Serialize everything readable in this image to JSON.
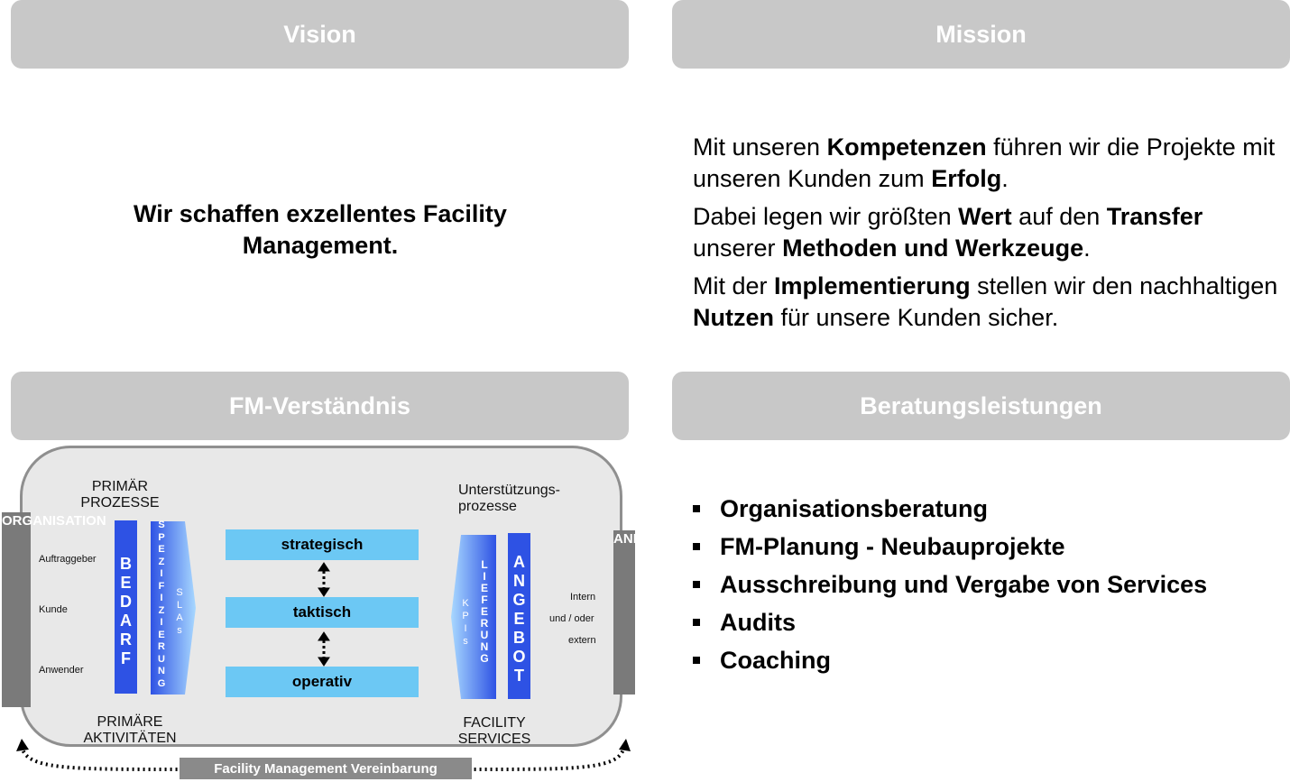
{
  "headers": {
    "vision": "Vision",
    "mission": "Mission",
    "fm": "FM-Verständnis",
    "beratung": "Beratungsleistungen"
  },
  "vision_text": [
    "Wir schaffen exzellentes Facility",
    "Management."
  ],
  "mission": [
    [
      {
        "t": "Mit unseren ",
        "b": false
      },
      {
        "t": "Kompetenzen",
        "b": true
      },
      {
        "t": " führen wir die Projekte mit unseren Kunden zum ",
        "b": false
      },
      {
        "t": "Erfolg",
        "b": true
      },
      {
        "t": ".",
        "b": false
      }
    ],
    [
      {
        "t": "Dabei legen wir größten ",
        "b": false
      },
      {
        "t": "Wert",
        "b": true
      },
      {
        "t": " auf den ",
        "b": false
      },
      {
        "t": "Transfer",
        "b": true
      },
      {
        "t": " unserer ",
        "b": false
      },
      {
        "t": "Methoden und Werkzeuge",
        "b": true
      },
      {
        "t": ".",
        "b": false
      }
    ],
    [
      {
        "t": "Mit der ",
        "b": false
      },
      {
        "t": "Implementierung",
        "b": true
      },
      {
        "t": " stellen wir den nachhaltigen ",
        "b": false
      },
      {
        "t": "Nutzen",
        "b": true
      },
      {
        "t": " für unsere Kunden sicher.",
        "b": false
      }
    ]
  ],
  "services": [
    "Organisationsberatung",
    "FM-Planung - Neubauprojekte",
    "Ausschreibung und Vergabe von Services",
    "Audits",
    "Coaching"
  ],
  "diagram": {
    "primaer_prozesse": [
      "PRIMÄR",
      "PROZESSE"
    ],
    "unterstuetzung": [
      "Unterstützungs-",
      "prozesse"
    ],
    "primaere_aktivitaeten": [
      "PRIMÄRE",
      "AKTIVITÄTEN"
    ],
    "facility_services": [
      "FACILITY",
      "SERVICES"
    ],
    "left_roles": [
      "Auftraggeber",
      "Kunde",
      "Anwender"
    ],
    "right_roles": [
      "Intern",
      "und / oder",
      "extern"
    ],
    "levels": [
      "strategisch",
      "taktisch",
      "operativ"
    ],
    "organisation": "ORGANISATION",
    "anbieter": "ANBIETER",
    "bedarf": "BEDARF",
    "spezifizierung": "SPEZIFIZIERUNG",
    "slas": "SLAs",
    "kpis": "KPIs",
    "lieferung": "LIEFERUNG",
    "angebot": "ANGEBOT",
    "vereinbarung": "Facility Management Vereinbarung"
  },
  "colors": {
    "header_bg": "#c8c8c8",
    "level_box": "#6cc8f4",
    "bar_blue": "#2e52e4",
    "side_gray": "#7a7a7a"
  }
}
